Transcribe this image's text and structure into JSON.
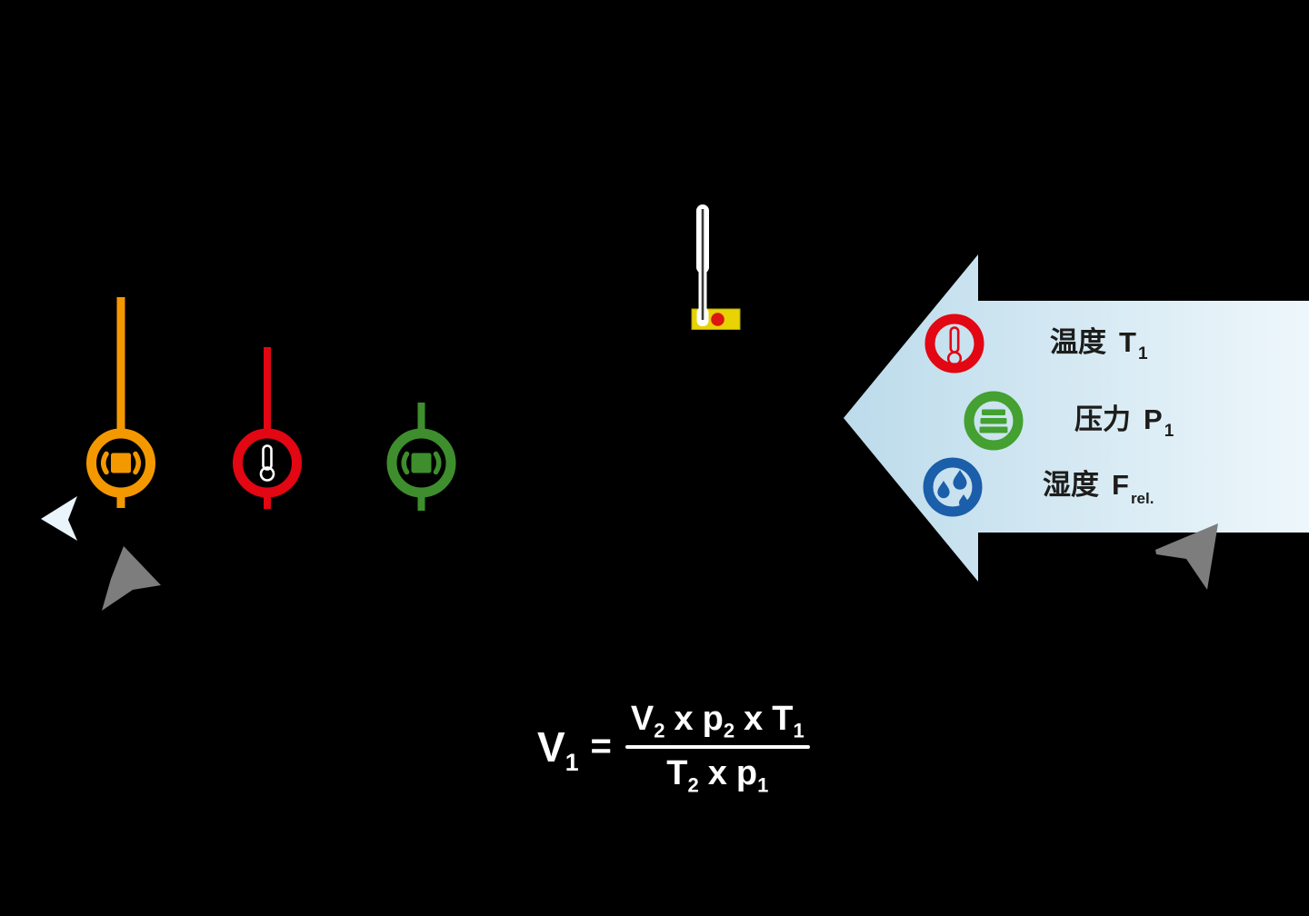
{
  "diagram": {
    "kind": "measurement-diagram",
    "description_items": [
      "duct probes",
      "immersion needle probe",
      "flow arrow with measured parameters",
      "gas volume formula"
    ]
  },
  "colors": {
    "background": "#000000",
    "probe_orange": "#f49800",
    "probe_red": "#e30613",
    "probe_green": "#3e8e2d",
    "probe_glyph_light": "#ffffff",
    "arrow_fill_start": "#bcdbeb",
    "arrow_fill_end": "#eef7fb",
    "icon_red": "#e30613",
    "icon_green": "#44a031",
    "icon_blue": "#1b5ea9",
    "handle_yellow": "#e8d304",
    "handle_edge": "#b3a702",
    "needle_dark": "#3a3a39",
    "needle_sheath": "#ffffff",
    "dot_red": "#dc1712",
    "dart_gray": "#7d7d7d",
    "dart_light": "#e9f4fb",
    "label_text": "#1d1d1b",
    "formula_text": "#ffffff"
  },
  "arrow": {
    "direction": "left",
    "items": [
      {
        "icon": "thermometer-icon",
        "icon_color": "#e30613",
        "zh": "温度",
        "symbol": "T",
        "sub": "1"
      },
      {
        "icon": "pressure-icon",
        "icon_color": "#44a031",
        "zh": "压力",
        "symbol": "P",
        "sub": "1"
      },
      {
        "icon": "humidity-icon",
        "icon_color": "#1b5ea9",
        "zh": "湿度",
        "symbol": "F",
        "sub": "rel."
      }
    ]
  },
  "icons": {
    "probe_orange": "flow-duct-probe-icon",
    "probe_red": "temperature-probe-icon",
    "probe_green": "duct-probe-icon",
    "needle": "immersion-needle-probe-icon",
    "arrow_icons": [
      "thermometer-icon",
      "pressure-icon",
      "humidity-icon"
    ],
    "darts": [
      "light-dart-icon",
      "gray-dart-icon",
      "gray-dart-icon"
    ]
  },
  "formula": {
    "lhs": {
      "s": "V",
      "b": "1"
    },
    "equals": "=",
    "num": [
      {
        "s": "V",
        "b": "2"
      },
      {
        "s": "x"
      },
      {
        "s": "p",
        "b": "2"
      },
      {
        "s": "x"
      },
      {
        "s": "T",
        "b": "1"
      }
    ],
    "den": [
      {
        "s": "T",
        "b": "2"
      },
      {
        "s": "x"
      },
      {
        "s": "p",
        "b": "1"
      }
    ]
  }
}
